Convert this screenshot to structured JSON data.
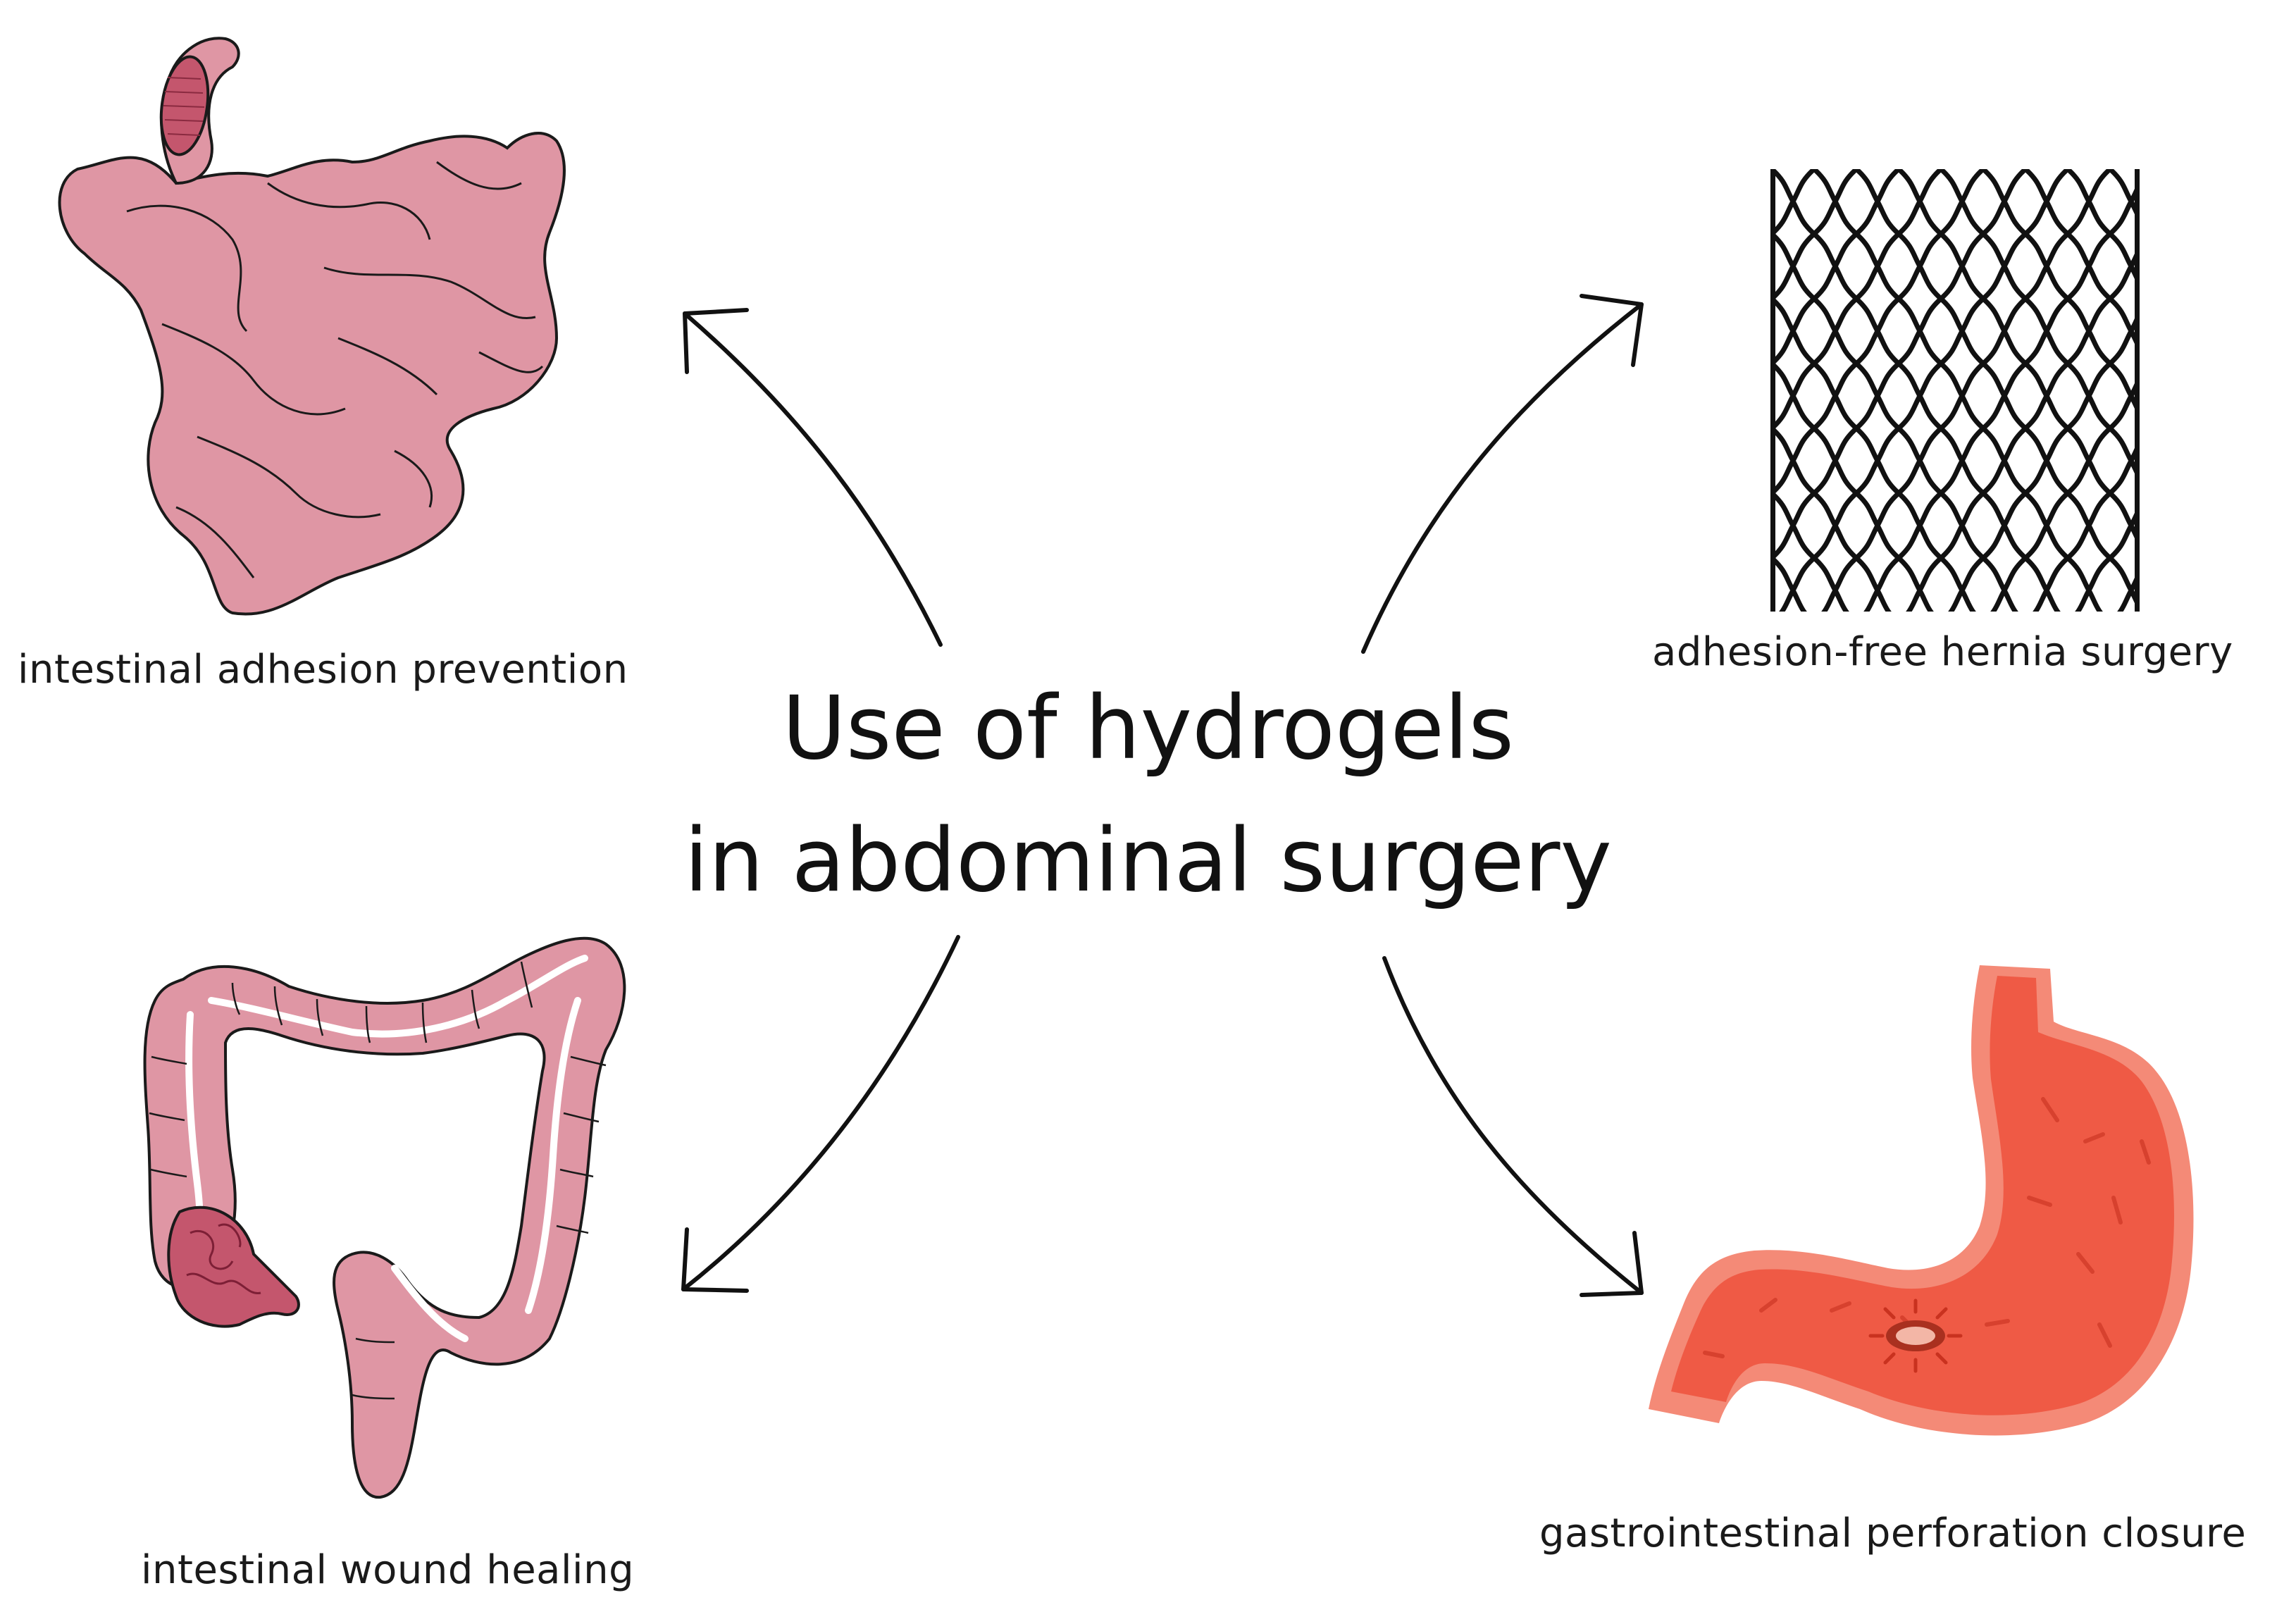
{
  "title": {
    "line1": "Use of hydrogels",
    "line2": "in abdominal surgery"
  },
  "labels": {
    "top_left": "intestinal adhesion prevention",
    "top_right": "adhesion-free hernia surgery",
    "bottom_left": "intestinal wound healing",
    "bottom_right": "gastrointestinal perforation closure"
  },
  "icons": {
    "top_left": "small-intestine-icon",
    "top_right": "hernia-mesh-icon",
    "bottom_left": "large-intestine-icon",
    "bottom_right": "stomach-perforation-icon"
  },
  "colors": {
    "intestine_fill": "#df96a4",
    "intestine_dark": "#c4566d",
    "stomach_fill": "#ef5a45",
    "stomach_rim": "#f48a77",
    "outline": "#1a1a1a"
  }
}
